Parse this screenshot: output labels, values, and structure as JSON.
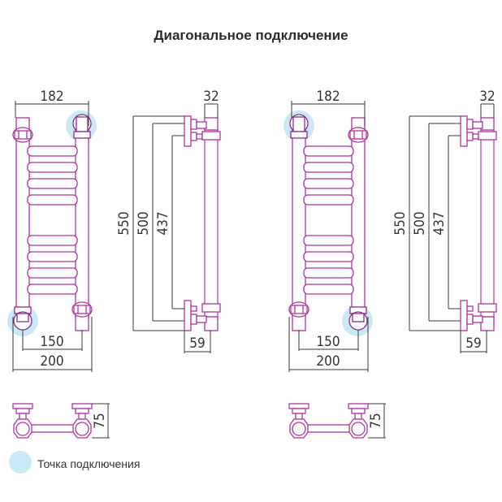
{
  "title": "Диагональное подключение",
  "colors": {
    "pipe": "#b0349f",
    "valve": "#8e2a8a",
    "connection_point": "#c9e9f6",
    "dimension_line": "#3a3a3a",
    "text": "#333333"
  },
  "variants": [
    {
      "name": "left-variant",
      "connection_points": [
        "top-right",
        "bottom-left"
      ],
      "front_view": {
        "dim_center_width": "182",
        "dim_inner_bottom": "150",
        "dim_overall_width": "200"
      },
      "side_view": {
        "dim_depth_top": "32",
        "dim_height_overall": "550",
        "dim_height_500": "500",
        "dim_height_437": "437",
        "dim_depth_bottom": "59"
      },
      "top_view": {
        "dim_offset": "75"
      }
    },
    {
      "name": "right-variant",
      "connection_points": [
        "top-left",
        "bottom-right"
      ],
      "front_view": {
        "dim_center_width": "182",
        "dim_inner_bottom": "150",
        "dim_overall_width": "200"
      },
      "side_view": {
        "dim_depth_top": "32",
        "dim_height_overall": "550",
        "dim_height_500": "500",
        "dim_height_437": "437",
        "dim_depth_bottom": "59"
      },
      "top_view": {
        "dim_offset": "75"
      }
    }
  ],
  "legend": {
    "icon": "connection-point-circle",
    "label": "Точка подключения"
  }
}
